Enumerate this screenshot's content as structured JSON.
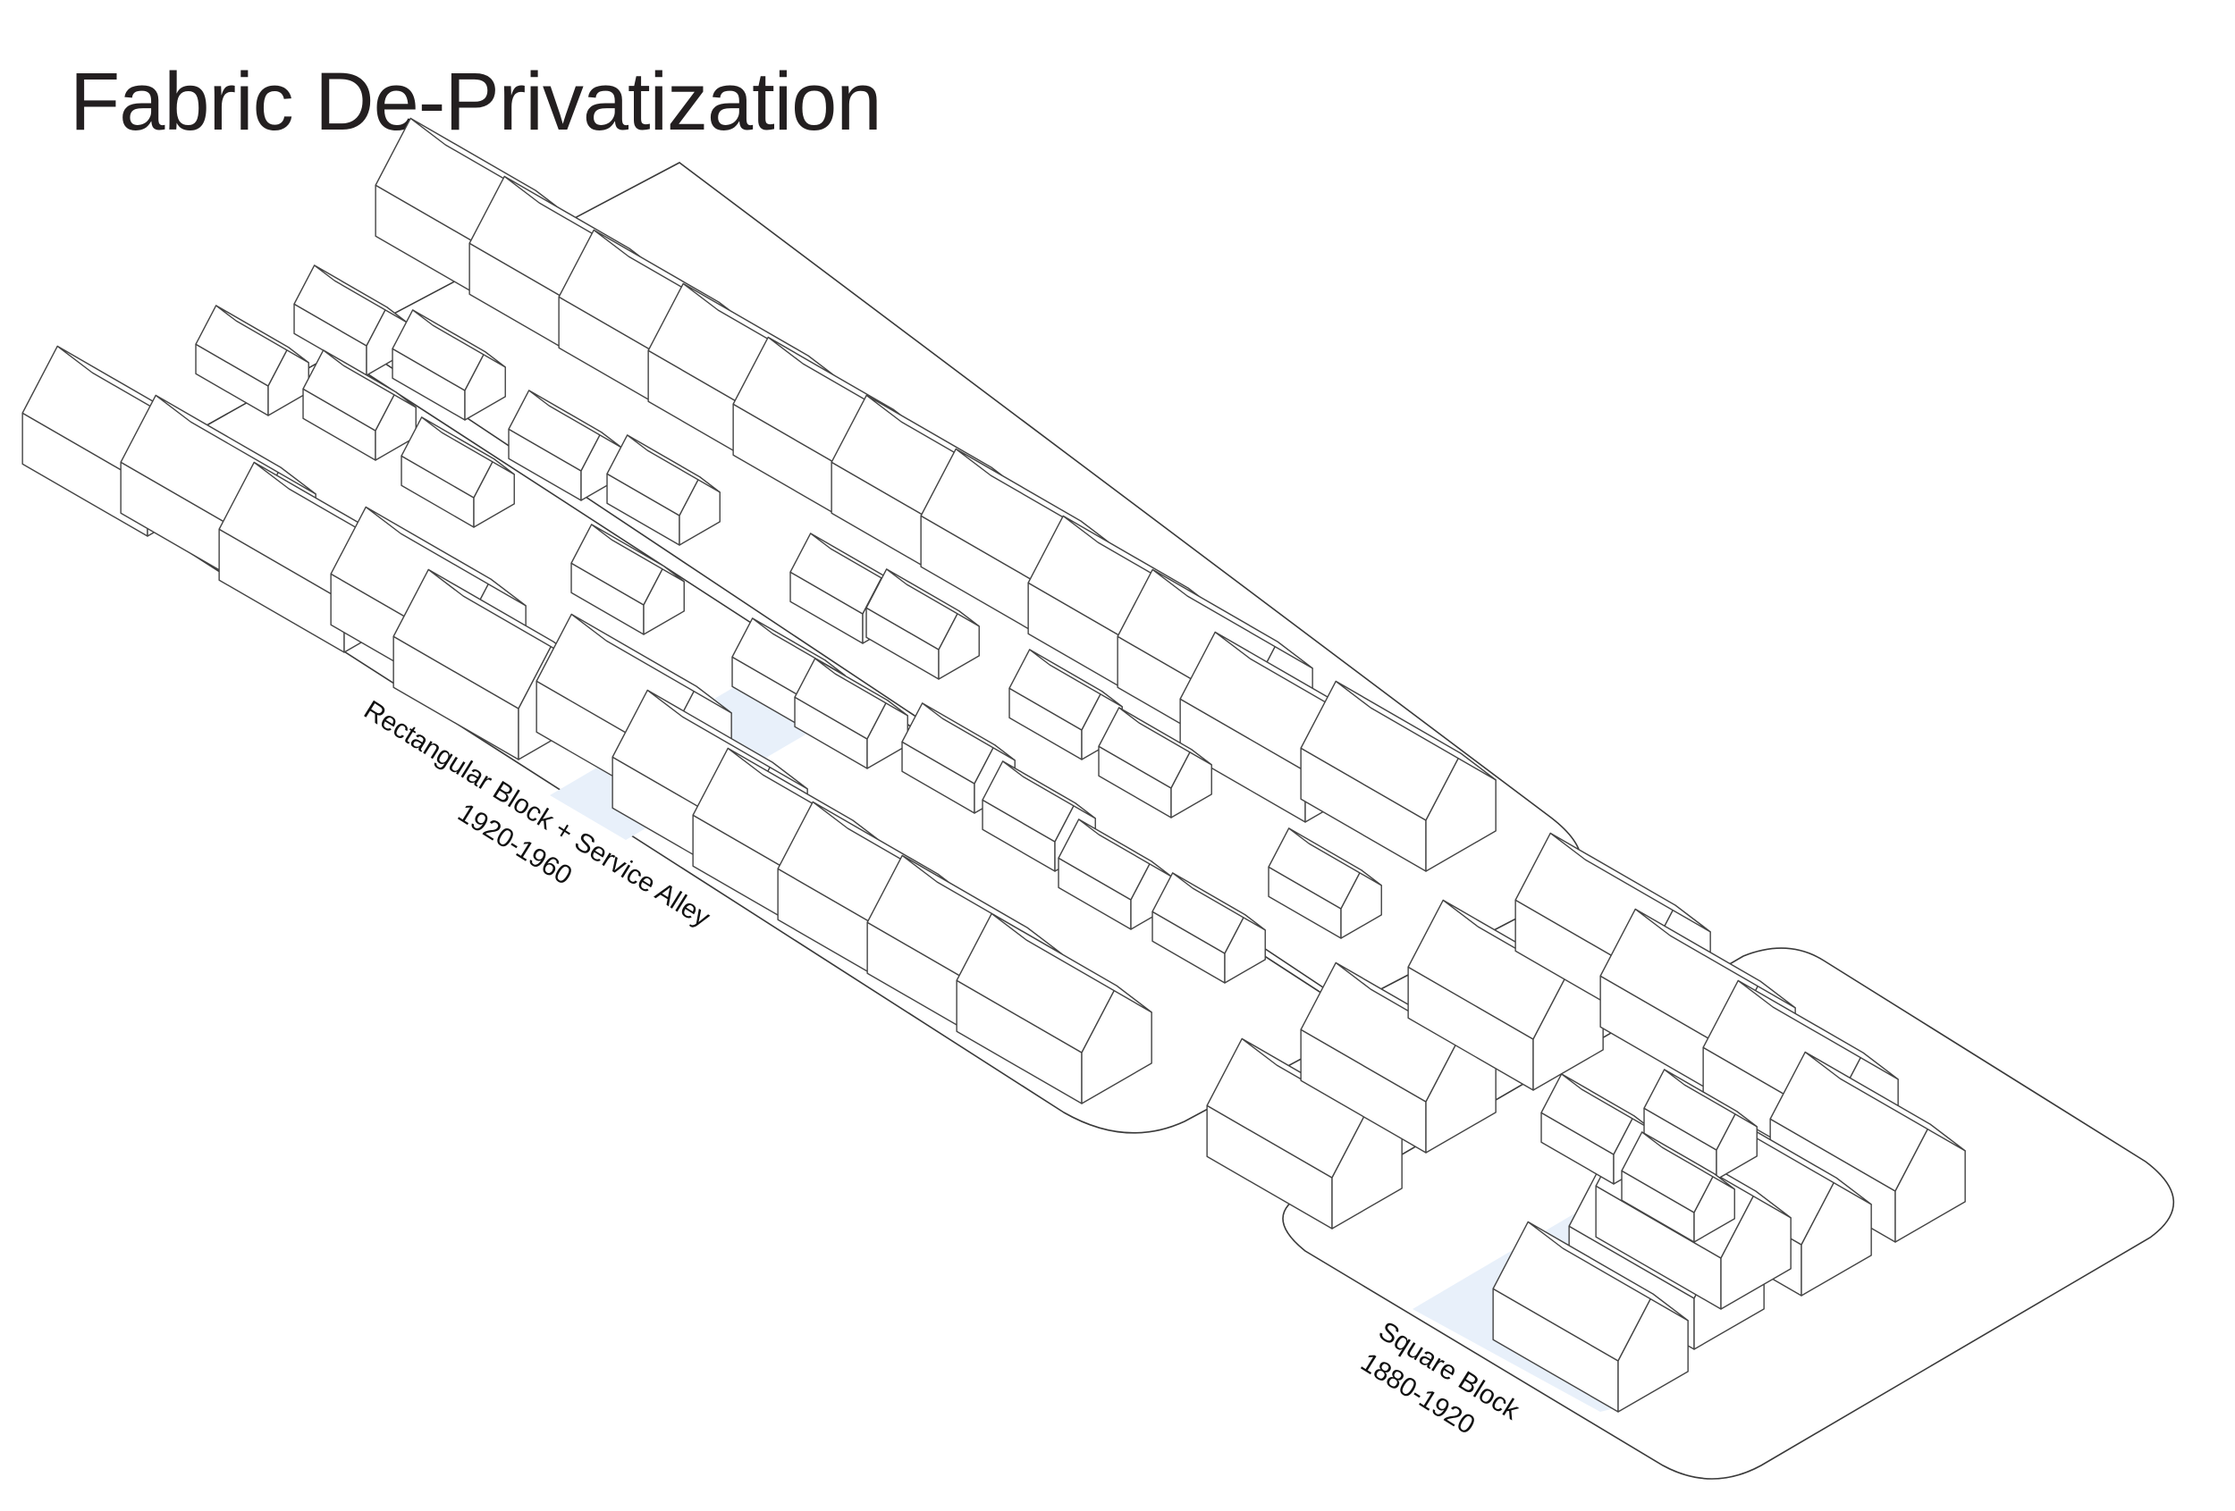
{
  "title": "Fabric De-Privatization",
  "blocks": [
    {
      "name": "Rectangular Block + Service Alley",
      "years": "1920-1960"
    },
    {
      "name": "Square Block",
      "years": "1880-1920"
    }
  ],
  "colors": {
    "open_space": "#e8f0fa",
    "line": "#3a3a3a",
    "text": "#231f20"
  }
}
